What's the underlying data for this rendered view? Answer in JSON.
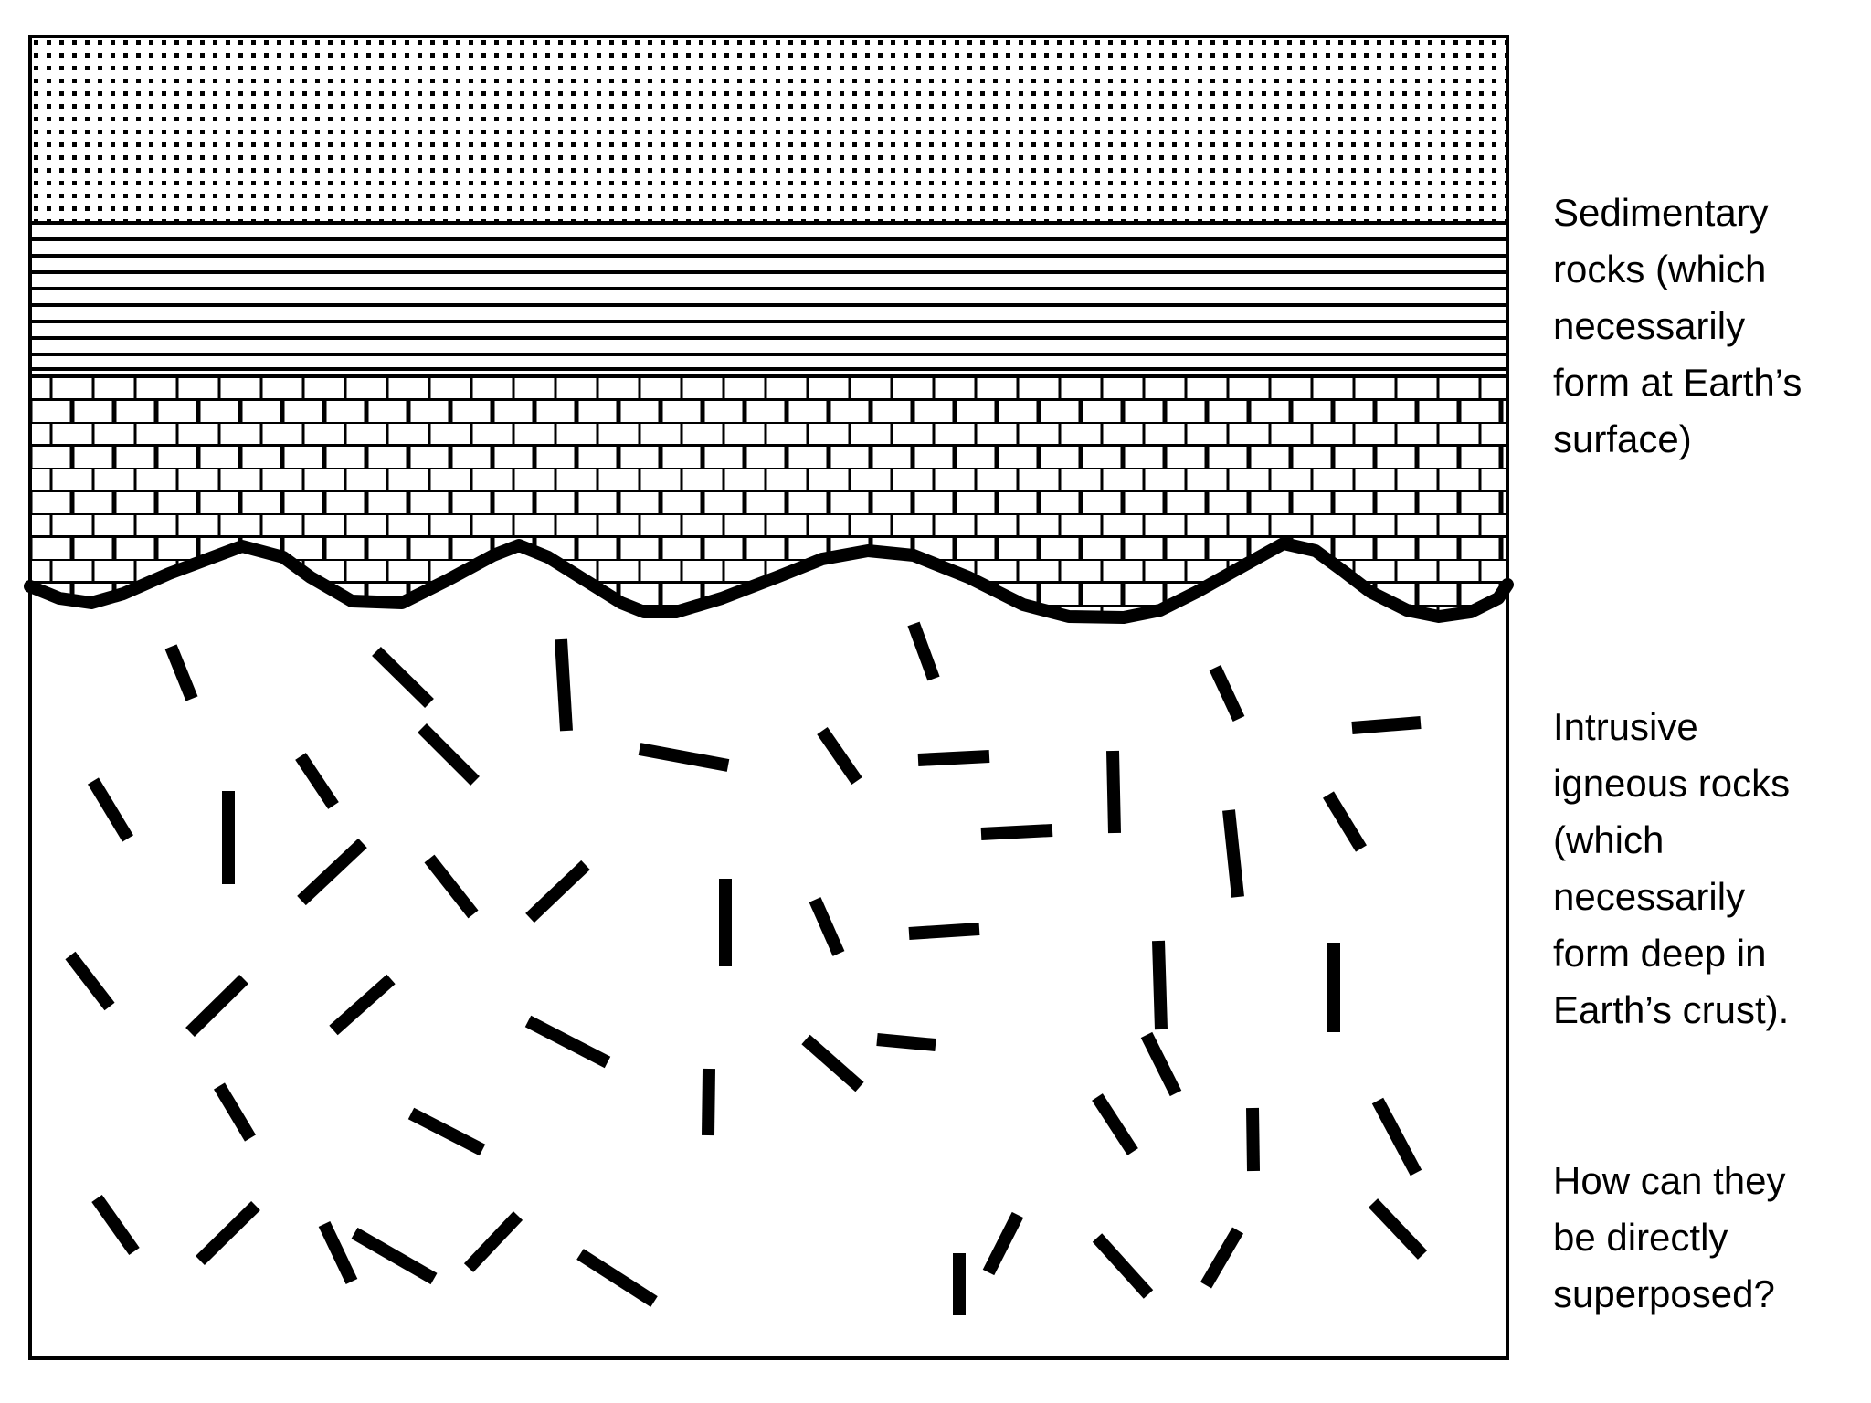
{
  "labels": {
    "sedimentary": [
      "Sedimentary",
      "rocks (which",
      "necessarily",
      "form at Earth’s",
      "surface)"
    ],
    "igneous": [
      "Intrusive",
      "igneous rocks",
      "(which",
      "necessarily",
      "form deep in",
      "Earth’s crust)."
    ],
    "question": [
      "How can they",
      "be directly",
      "superposed?"
    ]
  },
  "layers": [
    {
      "name": "dotted-sandstone-layer"
    },
    {
      "name": "horizontal-lined-shale-layer"
    },
    {
      "name": "brick-limestone-layer"
    },
    {
      "name": "intrusive-igneous-layer"
    }
  ],
  "colors": {
    "ink": "#000000",
    "background": "#ffffff"
  }
}
